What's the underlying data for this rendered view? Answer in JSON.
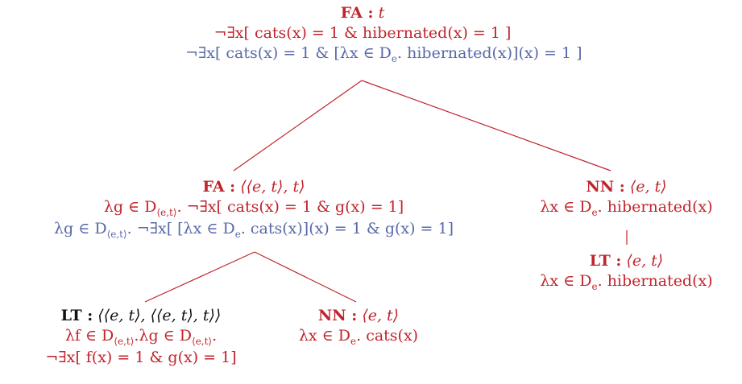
{
  "colors": {
    "red": "#c0242c",
    "blue": "#5a68a8",
    "black": "#111111"
  },
  "root": {
    "label": "FA :",
    "type": "t",
    "line1": "¬∃x[ cats(x) = 1 & hibernated(x) = 1 ]",
    "line2_a": "¬∃x[ cats(x) = 1 & [λx ∈ D",
    "line2_sub": "e",
    "line2_b": ". hibernated(x)](x) = 1 ]"
  },
  "fa_left": {
    "label": "FA :",
    "type": "⟨⟨e, t⟩, t⟩",
    "line1_a": "λg ∈ D",
    "line1_sub": "⟨e,t⟩",
    "line1_b": ". ¬∃x[ cats(x) = 1 & g(x) = 1]",
    "line2_a": "λg ∈ D",
    "line2_sub1": "⟨e,t⟩",
    "line2_b": ". ¬∃x[ [λx ∈ D",
    "line2_sub2": "e",
    "line2_c": ". cats(x)](x) = 1 & g(x) = 1]"
  },
  "nn_right": {
    "label": "NN :",
    "type": "⟨e, t⟩",
    "line1_a": "λx ∈ D",
    "line1_sub": "e",
    "line1_b": ". hibernated(x)"
  },
  "lt_right": {
    "label": "LT :",
    "type": "⟨e, t⟩",
    "line1_a": "λx ∈ D",
    "line1_sub": "e",
    "line1_b": ". hibernated(x)"
  },
  "lt_left": {
    "label": "LT :",
    "type": "⟨⟨e, t⟩, ⟨⟨e, t⟩, t⟩⟩",
    "line1_a": "λf ∈ D",
    "line1_sub1": "⟨e,t⟩",
    "line1_b": ".λg ∈ D",
    "line1_sub2": "⟨e,t⟩",
    "line1_c": ".",
    "line2": "¬∃x[ f(x) = 1 & g(x) = 1]"
  },
  "nn_cats": {
    "label": "NN :",
    "type": "⟨e, t⟩",
    "line1_a": "λx ∈ D",
    "line1_sub": "e",
    "line1_b": ". cats(x)"
  }
}
